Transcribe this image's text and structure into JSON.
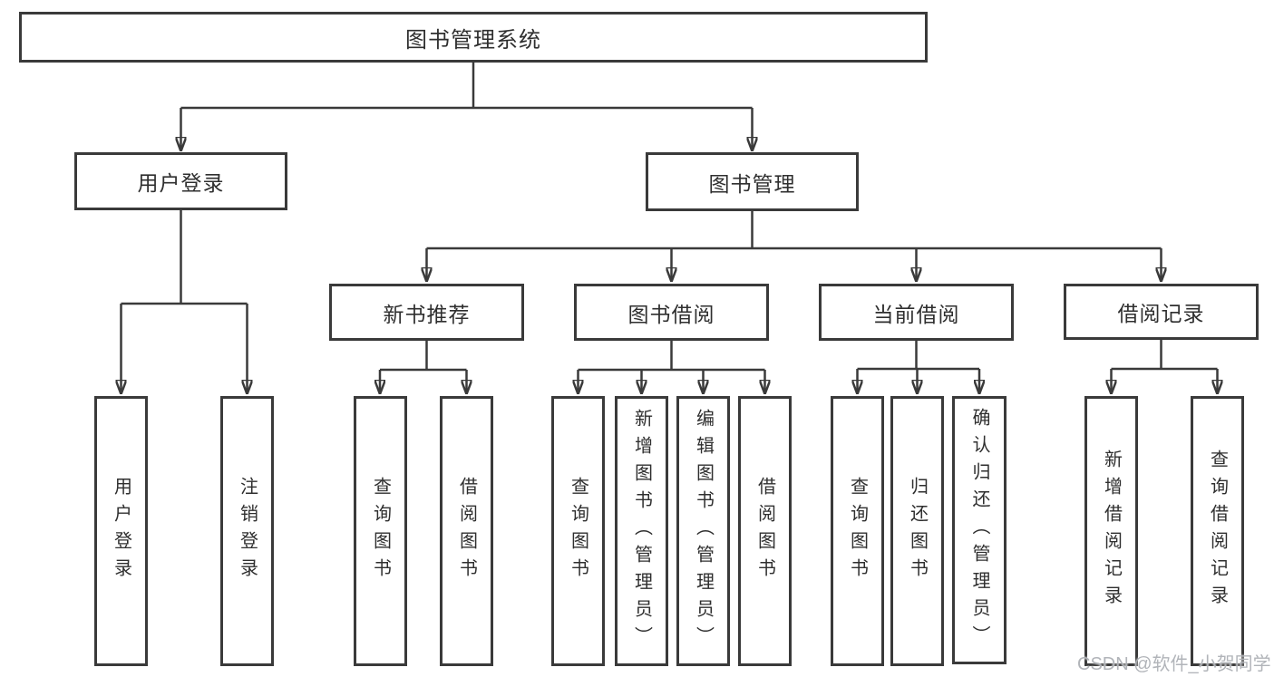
{
  "tree": {
    "root": "图书管理系统",
    "branches": [
      {
        "label": "用户登录",
        "leaves": [
          "用户登录",
          "注销登录"
        ]
      },
      {
        "label": "图书管理",
        "groups": [
          {
            "label": "新书推荐",
            "leaves": [
              "查询图书",
              "借阅图书"
            ]
          },
          {
            "label": "图书借阅",
            "leaves": [
              "查询图书",
              "新增图书（管理员）",
              "编辑图书（管理员）",
              "借阅图书"
            ]
          },
          {
            "label": "当前借阅",
            "leaves": [
              "查询图书",
              "归还图书",
              "确认归还（管理员）"
            ]
          },
          {
            "label": "借阅记录",
            "leaves": [
              "新增借阅记录",
              "查询借阅记录"
            ]
          }
        ]
      }
    ]
  },
  "watermark": {
    "text": "CSDN @软件_小贺同学"
  },
  "colors": {
    "line": "#3a3a3a",
    "text": "#2f2f2f",
    "box_background": "#ffffff",
    "watermark": "#adb0b5"
  }
}
